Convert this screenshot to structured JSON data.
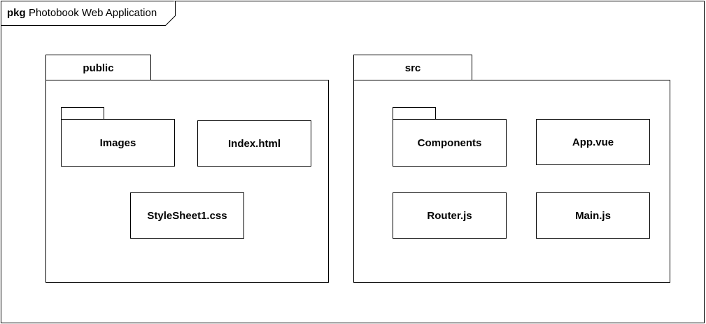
{
  "frame": {
    "keyword": "pkg",
    "name": "Photobook Web Application"
  },
  "packages": {
    "public": {
      "label": "public",
      "folder_images": "Images",
      "file_index": "Index.html",
      "file_stylesheet": "StyleSheet1.css"
    },
    "src": {
      "label": "src",
      "folder_components": "Components",
      "file_app": "App.vue",
      "file_router": "Router.js",
      "file_main": "Main.js"
    }
  }
}
